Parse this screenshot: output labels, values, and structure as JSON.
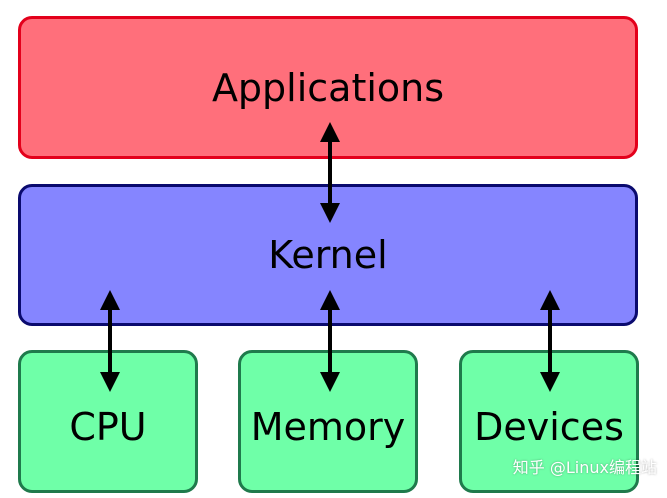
{
  "layers": {
    "applications": "Applications",
    "kernel": "Kernel",
    "hardware": {
      "cpu": "CPU",
      "memory": "Memory",
      "devices": "Devices"
    }
  },
  "watermark": "知乎 @Linux编程站",
  "colors": {
    "applications_fill": "#ff6f7b",
    "applications_border": "#e3001b",
    "kernel_fill": "#8585ff",
    "kernel_border": "#0a0a6e",
    "hardware_fill": "#6fffa8",
    "hardware_border": "#1f7a4c",
    "arrow": "#000000"
  },
  "icons": [
    "double-arrow-icon"
  ]
}
